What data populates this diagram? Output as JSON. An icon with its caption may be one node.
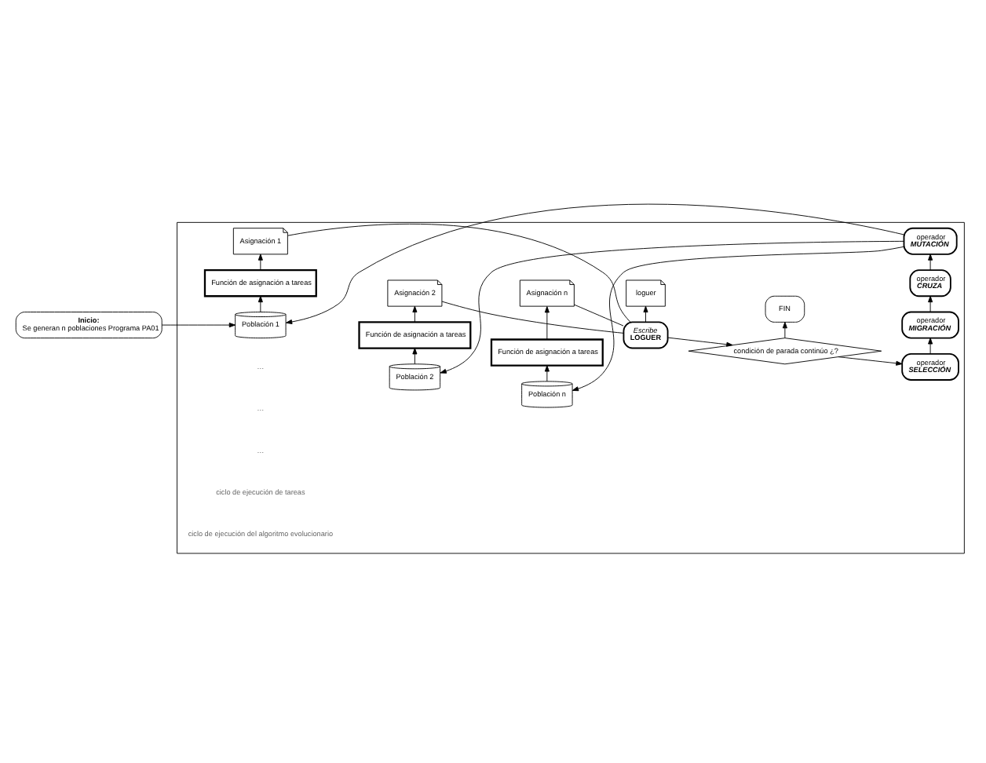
{
  "diagram": {
    "nodes": [
      {
        "text": [
          "Inicio:",
          "Se generan n poblaciones Programa PA01"
        ]
      },
      {
        "text": [],
        "shape": "box"
      },
      {
        "text": [
          "Población 1"
        ],
        "in": 1
      },
      {
        "text": [
          "Función de asignación a tareas"
        ],
        "in": 1
      },
      {
        "text": [
          "Asignación 1"
        ],
        "in": 1
      },
      {
        "text": [
          "Población 2"
        ],
        "in": 1
      },
      {
        "text": [
          "Función de asignación a tareas"
        ],
        "in": 1
      },
      {
        "text": [
          "Asignación 2"
        ],
        "in": 1
      },
      {
        "text": [
          "Población n"
        ],
        "in": 1
      },
      {
        "text": [
          "Función de asignación a tareas"
        ],
        "in": 1
      },
      {
        "text": [
          "Asignación n"
        ],
        "in": 1
      },
      {
        "text": [
          "Escribe",
          "LOGUER"
        ],
        "in": 1
      },
      {
        "text": [
          "loguer"
        ],
        "in": 1
      },
      {
        "text": [
          "condición de parada continúo ¿?"
        ],
        "in": 1
      },
      {
        "text": [
          "FIN"
        ],
        "in": 1
      },
      {
        "text": [
          "operador",
          "SELECCIÓN"
        ],
        "in": 1
      },
      {
        "text": [
          "operador",
          "MIGRACIÓN"
        ],
        "in": 1
      },
      {
        "text": [
          "operador",
          "CRUZA"
        ],
        "in": 1
      },
      {
        "text": [
          "operador",
          "MUTACIÓN"
        ],
        "in": 1
      }
    ],
    "edges": [
      {
        "from": 0,
        "to": 2,
        "arrow": "to"
      },
      {
        "from": 2,
        "to": 3,
        "arrow": "to"
      },
      {
        "from": 3,
        "to": 4,
        "arrow": "to"
      },
      {
        "from": 5,
        "to": 6,
        "arrow": "to"
      },
      {
        "from": 6,
        "to": 7,
        "arrow": "to"
      },
      {
        "from": 8,
        "to": 9,
        "arrow": "to"
      },
      {
        "from": 9,
        "to": 10,
        "arrow": "to"
      },
      {
        "from": 4,
        "to": 11,
        "arrow": "none"
      },
      {
        "from": 7,
        "to": 11,
        "arrow": "none"
      },
      {
        "from": 10,
        "to": 11,
        "arrow": "none"
      },
      {
        "from": 11,
        "to": 12,
        "arrow": "to"
      },
      {
        "from": 11,
        "to": 13,
        "arrow": "to"
      },
      {
        "from": 13,
        "to": 14,
        "arrow": "to"
      },
      {
        "from": 13,
        "to": 15,
        "arrow": "to"
      },
      {
        "from": 15,
        "to": 16,
        "arrow": "to"
      },
      {
        "from": 16,
        "to": 17,
        "arrow": "to"
      },
      {
        "from": 17,
        "to": 18,
        "arrow": "to"
      },
      {
        "from": 18,
        "to": 2,
        "arrow": "to"
      },
      {
        "from": 18,
        "to": 5,
        "arrow": "to"
      },
      {
        "from": 18,
        "to": 8,
        "arrow": "to"
      }
    ],
    "labels": [
      "…",
      "…",
      "…",
      "ciclo de ejecución de tareas",
      "ciclo de ejecución del algoritmo evolucionario"
    ]
  }
}
